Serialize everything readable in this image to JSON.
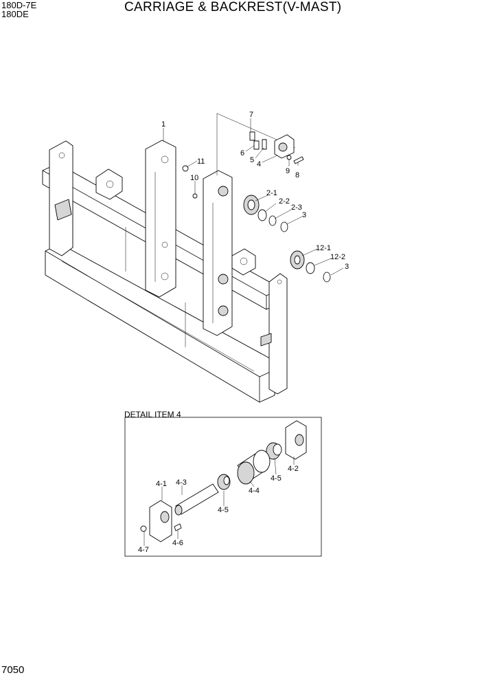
{
  "header": {
    "model_line1": "180D-7E",
    "model_line2": "180DE",
    "title": "CARRIAGE & BACKREST(V-MAST)"
  },
  "footer": {
    "page_number": "7050"
  },
  "detail": {
    "title": "DETAIL ITEM 4"
  },
  "callouts": {
    "c1": "1",
    "c2_1": "2-1",
    "c2_2": "2-2",
    "c2_3": "2-3",
    "c3a": "3",
    "c3b": "3",
    "c4": "4",
    "c5": "5",
    "c6": "6",
    "c7": "7",
    "c8": "8",
    "c9": "9",
    "c10": "10",
    "c11": "11",
    "c12_1": "12-1",
    "c12_2": "12-2"
  },
  "detail_callouts": {
    "d4_1": "4-1",
    "d4_2": "4-2",
    "d4_3": "4-3",
    "d4_4": "4-4",
    "d4_5a": "4-5",
    "d4_5b": "4-5",
    "d4_6": "4-6",
    "d4_7": "4-7"
  }
}
